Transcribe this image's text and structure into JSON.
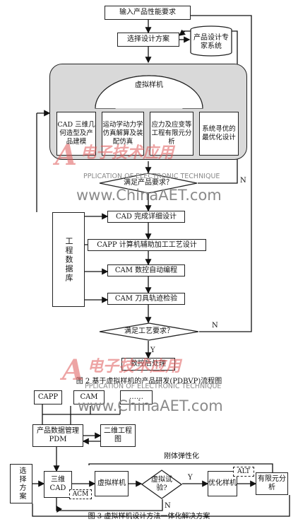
{
  "fig2": {
    "input": "输入产品性能要求",
    "select": "选择设计方案",
    "expert": "产品设计专家系统",
    "vp": "虚拟样机",
    "cad": "CAD 三维几何造型及产品建模",
    "kin": "运动学动力学仿真解算及装配仿真",
    "stress": "应力及应变等工程有限元分析",
    "opt": "系统寻优的最优化设计",
    "meet_product": "满足产品要求？",
    "n_label": "N",
    "y_label": "Y",
    "cad_detail": "CAD 完成详细设计",
    "capp": "CAPP 计算机辅助加工工艺设计",
    "cam_nc": "CAM 数控自动编程",
    "cam_tool": "CAM 刀具轨迹检验",
    "db": "工程数据库",
    "meet_process": "满足工艺要求？",
    "post": "数控后处理",
    "caption": "图 2 基于虚拟样机的产品研发(PDBVP)流程图"
  },
  "fig3": {
    "capp": "CAPP",
    "cam": "CAM",
    "dots": "……",
    "pdm": "产品数据管理 PDM",
    "drawing": "二维工程图",
    "rigid": "刚体弹性化",
    "select": "选择方案",
    "cad3d": "三维CAD",
    "acm": "ACM",
    "vp": "虚拟样机",
    "test": "虚拟试验?",
    "y_label": "Y",
    "n_label": "N",
    "opt_vp": "优化样机",
    "alt": "ALT",
    "fea": "有限元分析",
    "caption": "图 3 虚拟样机设计方法一体化解决方案"
  },
  "watermarks": {
    "logo_text": "电子技术应用",
    "tagline": "PPLICATION OF ELECTRONIC TECHNIQUE",
    "url": "www.ChinaAET.com"
  }
}
